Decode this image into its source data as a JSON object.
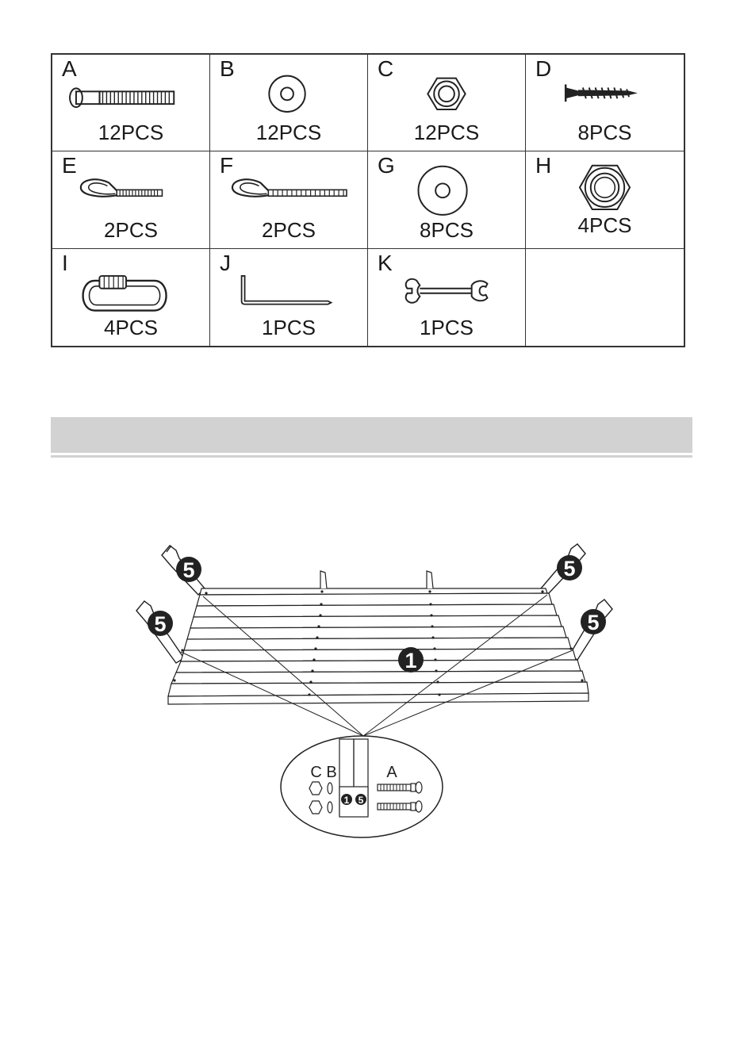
{
  "parts": [
    {
      "letter": "A",
      "qty": "12PCS",
      "icon": "bolt-icon"
    },
    {
      "letter": "B",
      "qty": "12PCS",
      "icon": "flat-washer-icon"
    },
    {
      "letter": "C",
      "qty": "12PCS",
      "icon": "hex-nut-icon"
    },
    {
      "letter": "D",
      "qty": "8PCS",
      "icon": "wood-screw-icon"
    },
    {
      "letter": "E",
      "qty": "2PCS",
      "icon": "short-eye-bolt-icon"
    },
    {
      "letter": "F",
      "qty": "2PCS",
      "icon": "long-eye-bolt-icon"
    },
    {
      "letter": "G",
      "qty": "8PCS",
      "icon": "large-washer-icon"
    },
    {
      "letter": "H",
      "qty": "4PCS",
      "icon": "large-hex-nut-icon"
    },
    {
      "letter": "I",
      "qty": "4PCS",
      "icon": "quick-link-icon"
    },
    {
      "letter": "J",
      "qty": "1PCS",
      "icon": "allen-key-icon"
    },
    {
      "letter": "K",
      "qty": "1PCS",
      "icon": "wrench-icon"
    }
  ],
  "figure": {
    "callouts": {
      "leg_top_left": "5",
      "leg_top_right": "5",
      "leg_bottom_left": "5",
      "leg_bottom_right": "5",
      "seat": "1"
    },
    "detail": {
      "label_cb": "C B",
      "label_a": "A",
      "part_left": "1",
      "part_right": "5"
    }
  }
}
